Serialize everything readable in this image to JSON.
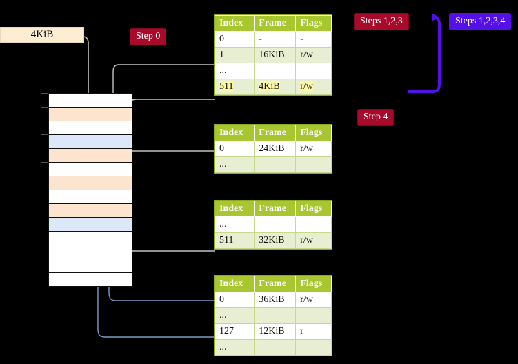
{
  "diagram": {
    "title": "Multi-level page table walk diagram",
    "colors": {
      "badge_red": "#a80b2a",
      "badge_blue": "#5510e8",
      "table_header": "#a8c630",
      "table_alt_row": "#e8eed2",
      "highlight": "#fbf7a8",
      "mem_peach": "#fce4ce",
      "mem_blue": "#dce8f7",
      "label_bg": "#fdeed3",
      "gray_connector": "#b0b0b0",
      "blue_connector": "#7b9cc4"
    }
  },
  "labels": {
    "size_label": "4KiB",
    "step0": "Step 0",
    "step4": "Step 4",
    "steps123": "Steps 1,2,3",
    "steps1234": "Steps 1,2,3,4"
  },
  "tables": [
    {
      "name": "pml4-table",
      "headers": [
        "Index",
        "Frame",
        "Flags"
      ],
      "rows": [
        {
          "cells": [
            "0",
            "-",
            "-"
          ],
          "style": "plain",
          "highlight": false
        },
        {
          "cells": [
            "1",
            "16KiB",
            "r/w"
          ],
          "style": "alt",
          "highlight": false
        },
        {
          "cells": [
            "...",
            "",
            ""
          ],
          "style": "plain",
          "highlight": false
        },
        {
          "cells": [
            "511",
            "4KiB",
            "r/w"
          ],
          "style": "alt",
          "highlight": true
        }
      ]
    },
    {
      "name": "pdpt-table",
      "headers": [
        "Index",
        "Frame",
        "Flags"
      ],
      "rows": [
        {
          "cells": [
            "0",
            "24KiB",
            "r/w"
          ],
          "style": "plain",
          "highlight": false
        },
        {
          "cells": [
            "...",
            "",
            ""
          ],
          "style": "alt",
          "highlight": false
        }
      ]
    },
    {
      "name": "pd-table",
      "headers": [
        "Index",
        "Frame",
        "Flags"
      ],
      "rows": [
        {
          "cells": [
            "...",
            "",
            ""
          ],
          "style": "plain",
          "highlight": false
        },
        {
          "cells": [
            "511",
            "32KiB",
            "r/w"
          ],
          "style": "alt",
          "highlight": false
        }
      ]
    },
    {
      "name": "pt-table",
      "headers": [
        "Index",
        "Frame",
        "Flags"
      ],
      "rows": [
        {
          "cells": [
            "0",
            "36KiB",
            "r/w"
          ],
          "style": "plain",
          "highlight": false
        },
        {
          "cells": [
            "...",
            "",
            ""
          ],
          "style": "alt",
          "highlight": false
        },
        {
          "cells": [
            "127",
            "12KiB",
            "r"
          ],
          "style": "plain",
          "highlight": false
        },
        {
          "cells": [
            "...",
            "",
            ""
          ],
          "style": "alt",
          "highlight": false
        }
      ]
    }
  ],
  "memory_block": {
    "name": "physical-memory-frames",
    "rows": [
      {
        "fill": "white",
        "tick": true
      },
      {
        "fill": "peach",
        "tick": true
      },
      {
        "fill": "white",
        "tick": false
      },
      {
        "fill": "blue",
        "tick": true
      },
      {
        "fill": "peach",
        "tick": false
      },
      {
        "fill": "white",
        "tick": true
      },
      {
        "fill": "peach",
        "tick": false
      },
      {
        "fill": "white",
        "tick": true
      },
      {
        "fill": "peach",
        "tick": false
      },
      {
        "fill": "blue",
        "tick": false
      },
      {
        "fill": "white",
        "tick": false
      },
      {
        "fill": "white",
        "tick": false
      },
      {
        "fill": "white",
        "tick": false
      },
      {
        "fill": "white",
        "tick": false
      }
    ]
  }
}
